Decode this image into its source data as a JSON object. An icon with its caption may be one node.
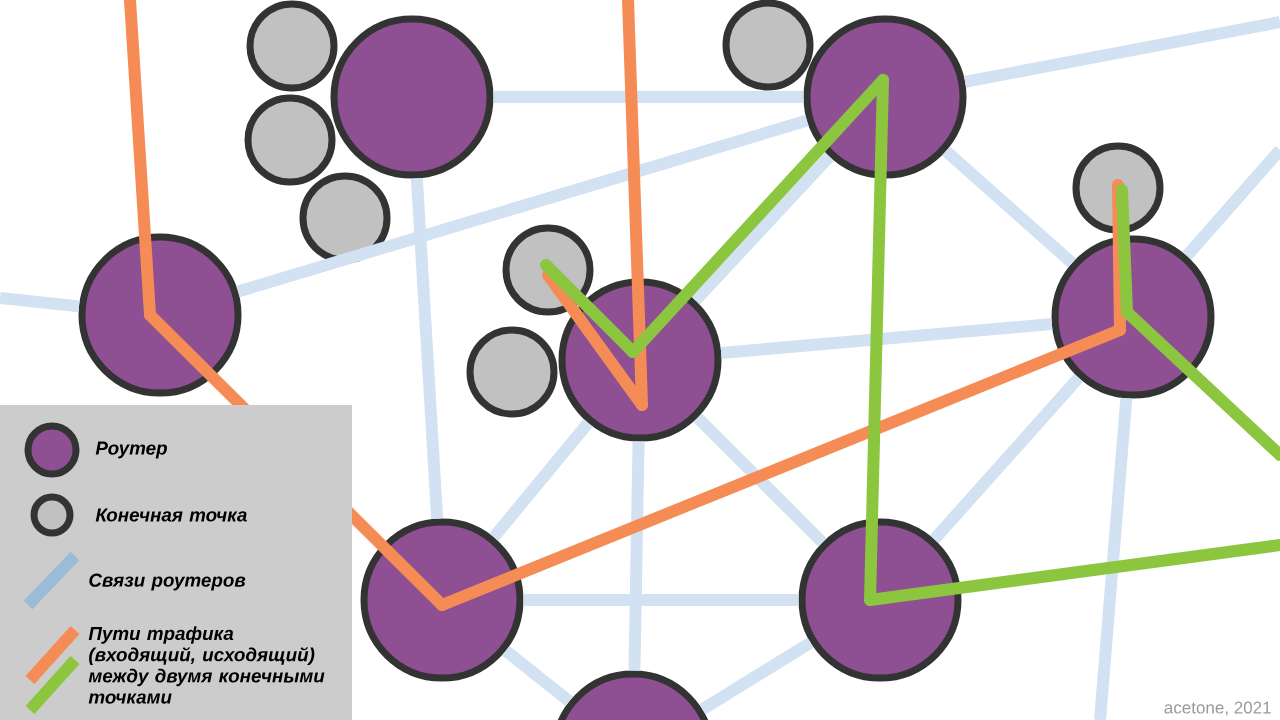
{
  "diagram": {
    "nodes": [
      {
        "text": [],
        "shape": "circle"
      },
      {
        "text": [],
        "shape": "circle"
      },
      {
        "text": [],
        "shape": "circle"
      },
      {
        "text": [],
        "shape": "circle"
      },
      {
        "text": [],
        "shape": "circle"
      },
      {
        "text": [],
        "shape": "circle"
      },
      {
        "text": [],
        "shape": "circle"
      },
      {
        "text": [],
        "shape": "circle"
      },
      {
        "text": [],
        "shape": "circle"
      },
      {
        "text": [],
        "shape": "circle"
      },
      {
        "text": [],
        "shape": "circle"
      },
      {
        "text": [],
        "shape": "circle"
      },
      {
        "text": [],
        "shape": "circle"
      },
      {
        "text": [],
        "shape": "circle"
      },
      {
        "text": [],
        "shape": "circle"
      }
    ],
    "edges": [
      {
        "from": 1,
        "to": 3,
        "arrow": "none"
      },
      {
        "from": 3,
        "to": 9,
        "arrow": "none"
      },
      {
        "from": 3,
        "to": 10,
        "arrow": "none"
      },
      {
        "from": 3,
        "to": 7,
        "arrow": "none"
      },
      {
        "from": 9,
        "to": 10,
        "arrow": "none"
      },
      {
        "from": 9,
        "to": 12,
        "arrow": "none"
      },
      {
        "from": 9,
        "to": 13,
        "arrow": "none"
      },
      {
        "from": 9,
        "to": 14,
        "arrow": "none"
      },
      {
        "from": 10,
        "to": 13,
        "arrow": "none"
      },
      {
        "from": 12,
        "to": 13,
        "arrow": "none"
      },
      {
        "from": 12,
        "to": 14,
        "arrow": "none"
      },
      {
        "from": 13,
        "to": 14,
        "arrow": "none"
      },
      {
        "from": 1,
        "to": 12,
        "arrow": "none"
      },
      {
        "from": 3,
        "to": null,
        "arrow": "none"
      },
      {
        "from": 7,
        "to": null,
        "arrow": "none"
      },
      {
        "from": 10,
        "to": null,
        "arrow": "none"
      },
      {
        "from": 10,
        "to": null,
        "arrow": "none"
      },
      {
        "from": null,
        "to": 7,
        "arrow": "none",
        "color": "#f68c55"
      },
      {
        "from": 7,
        "to": 12,
        "arrow": "none",
        "color": "#f68c55"
      },
      {
        "from": 12,
        "to": 10,
        "arrow": "none",
        "color": "#f68c55"
      },
      {
        "from": 10,
        "to": 6,
        "arrow": "none",
        "color": "#f68c55"
      },
      {
        "from": null,
        "to": 9,
        "arrow": "none",
        "color": "#f68c55"
      },
      {
        "from": 8,
        "to": 9,
        "arrow": "none",
        "color": "#f68c55"
      },
      {
        "from": 8,
        "to": 9,
        "arrow": "none",
        "color": "#8cc63f"
      },
      {
        "from": 9,
        "to": 3,
        "arrow": "none",
        "color": "#8cc63f"
      },
      {
        "from": 3,
        "to": 13,
        "arrow": "none",
        "color": "#8cc63f"
      },
      {
        "from": 13,
        "to": null,
        "arrow": "none",
        "color": "#8cc63f"
      },
      {
        "from": 6,
        "to": 10,
        "arrow": "none",
        "color": "#8cc63f"
      },
      {
        "from": 10,
        "to": null,
        "arrow": "none",
        "color": "#8cc63f"
      }
    ],
    "labels": [
      "acetone, 2021"
    ],
    "legend": [
      {
        "text": "Роутер"
      },
      {
        "text": "Конечная точка"
      },
      {
        "text": "Связи роутеров"
      },
      {
        "text": "Пути трафика (входящий, исходящий) между двумя конечными точками"
      }
    ]
  }
}
